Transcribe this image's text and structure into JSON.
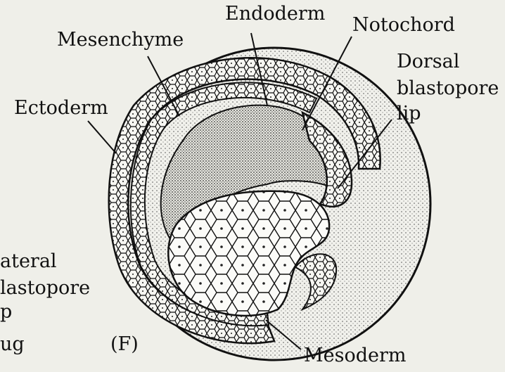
{
  "figure": {
    "panel_letter": "(F)",
    "labels": {
      "endoderm": "Endoderm",
      "notochord": "Notochord",
      "mesenchyme": "Mesenchyme",
      "ectoderm": "Ectoderm",
      "dorsal_lip_line1": "Dorsal",
      "dorsal_lip_line2": "blastopore",
      "dorsal_lip_line3": "lip",
      "mesoderm": "Mesoderm",
      "lateral_lip_line1": "ateral",
      "lateral_lip_line2": "lastopore",
      "lateral_lip_line3": "p",
      "yolk_plug_fragment": "ug"
    }
  },
  "colors": {
    "ink": "#111111",
    "paper": "#efefe9",
    "shade": "#d8d8d0"
  }
}
